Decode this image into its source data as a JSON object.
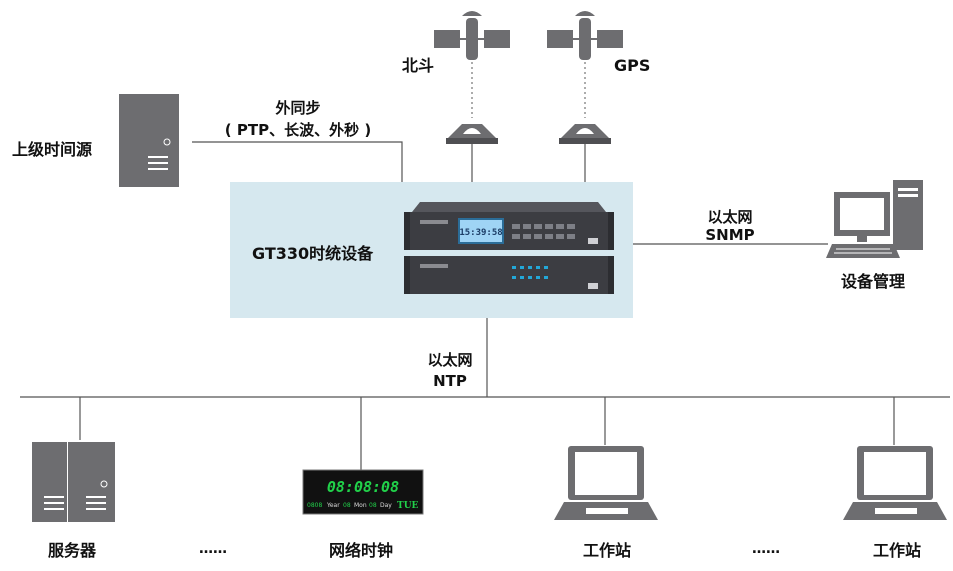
{
  "labels": {
    "upper_source": "上级时间源",
    "ext_sync_title": "外同步",
    "ext_sync_detail": "( PTP、长波、外秒 )",
    "beidou": "北斗",
    "gps": "GPS",
    "main_device": "GT330时统设备",
    "eth_snmp_1": "以太网",
    "eth_snmp_2": "SNMP",
    "device_mgmt": "设备管理",
    "eth_ntp_1": "以太网",
    "eth_ntp_2": "NTP",
    "server": "服务器",
    "ellipsis_1": "……",
    "network_clock": "网络时钟",
    "workstation_1": "工作站",
    "ellipsis_2": "……",
    "workstation_2": "工作站"
  },
  "device_screen": {
    "time": "15:39:58"
  },
  "network_clock_display": {
    "time": "08:08:08",
    "year_val": "0808",
    "year_lbl": "Year",
    "mon_val": "08",
    "mon_lbl": "Mon",
    "day_val": "08",
    "day_lbl": "Day",
    "weekday": "TUE"
  },
  "colors": {
    "panel_bg": "#d6e8ef",
    "device_dark": "#3c3d42",
    "screen_blue": "#9fd4f5",
    "led_green": "#21d24a",
    "icon_gray": "#6d6d70",
    "line": "#555555"
  }
}
